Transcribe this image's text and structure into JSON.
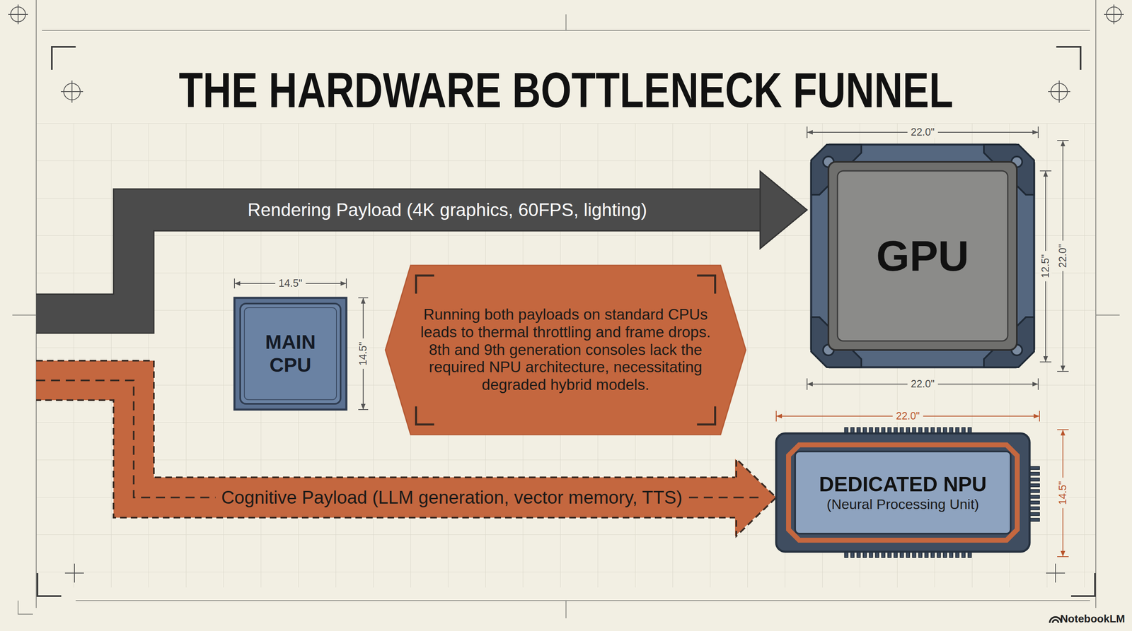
{
  "diagram": {
    "title": "THE HARDWARE BOTTLENECK FUNNEL",
    "nodes": [
      {
        "text": [
          "Rendering Payload (4K graphics, 60FPS, lighting)"
        ]
      },
      {
        "text": [
          "GPU"
        ]
      },
      {
        "text": [
          "MAIN CPU"
        ]
      },
      {
        "text": [
          "Running both payloads on standard CPUs leads to thermal throttling and frame drops.",
          "8th and 9th generation consoles lack the required NPU architecture, necessitating degraded hybrid models."
        ]
      },
      {
        "text": [
          "Cognitive Payload (LLM generation, vector memory, TTS)"
        ]
      },
      {
        "text": [
          "DEDICATED NPU",
          "(Neural Processing Unit)"
        ]
      }
    ],
    "edges": [
      {
        "from": 0,
        "to": 1,
        "arrow": "to"
      },
      {
        "from": 4,
        "to": 5,
        "arrow": "to"
      }
    ],
    "labels": [
      "22.0\"",
      "12.5\"",
      "22.0\"",
      "22.0\"",
      "14.5\"",
      "14.5\"",
      "22.0\"",
      "14.5\"",
      "NotebookLM"
    ]
  }
}
